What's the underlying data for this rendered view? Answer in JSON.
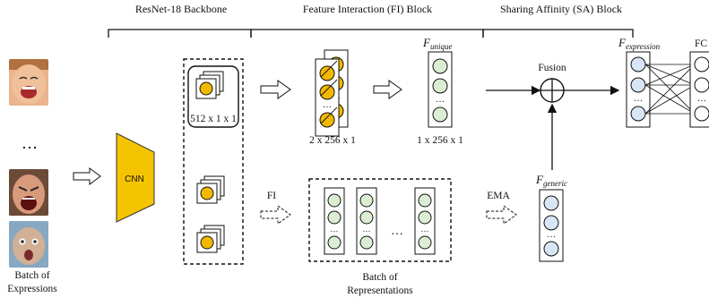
{
  "headers": {
    "backbone": "ResNet-18 Backbone",
    "fi_block": "Feature Interaction (FI) Block",
    "sa_block": "Sharing Affinity (SA) Block"
  },
  "labels": {
    "cnn": "CNN",
    "dim_512": "512 x 1 x 1",
    "dim_2x256": "2 x 256 x 1",
    "dim_1x256": "1 x 256 x 1",
    "fusion": "Fusion",
    "fc": "FC",
    "fi": "FI",
    "ema": "EMA",
    "ellipsis": "…",
    "batch_expressions_line1": "Batch of",
    "batch_expressions_line2": "Expressions",
    "batch_representations_line1": "Batch of",
    "batch_representations_line2": "Representations"
  },
  "symbols": {
    "f": "F",
    "unique_sub": "unique",
    "expression_sub": "expression",
    "generic_sub": "generic"
  },
  "colors": {
    "cnn_fill": "#f5c400",
    "feature_orange": "#f2b800",
    "node_green": "#dbeed3",
    "node_blue": "#d7e5f4",
    "stroke": "#222222"
  },
  "faces": [
    {
      "name": "face-laughing",
      "skin": "#e9b48e",
      "mouth": "#b03030",
      "hair": "#a0643a"
    },
    {
      "name": "face-screaming",
      "skin": "#d8987a",
      "mouth": "#7a1a1a",
      "hair": "#5a3620"
    },
    {
      "name": "face-surprised",
      "skin": "#c9a98f",
      "mouth": "#8b3a3a",
      "hair": "#6b8fa8"
    }
  ]
}
